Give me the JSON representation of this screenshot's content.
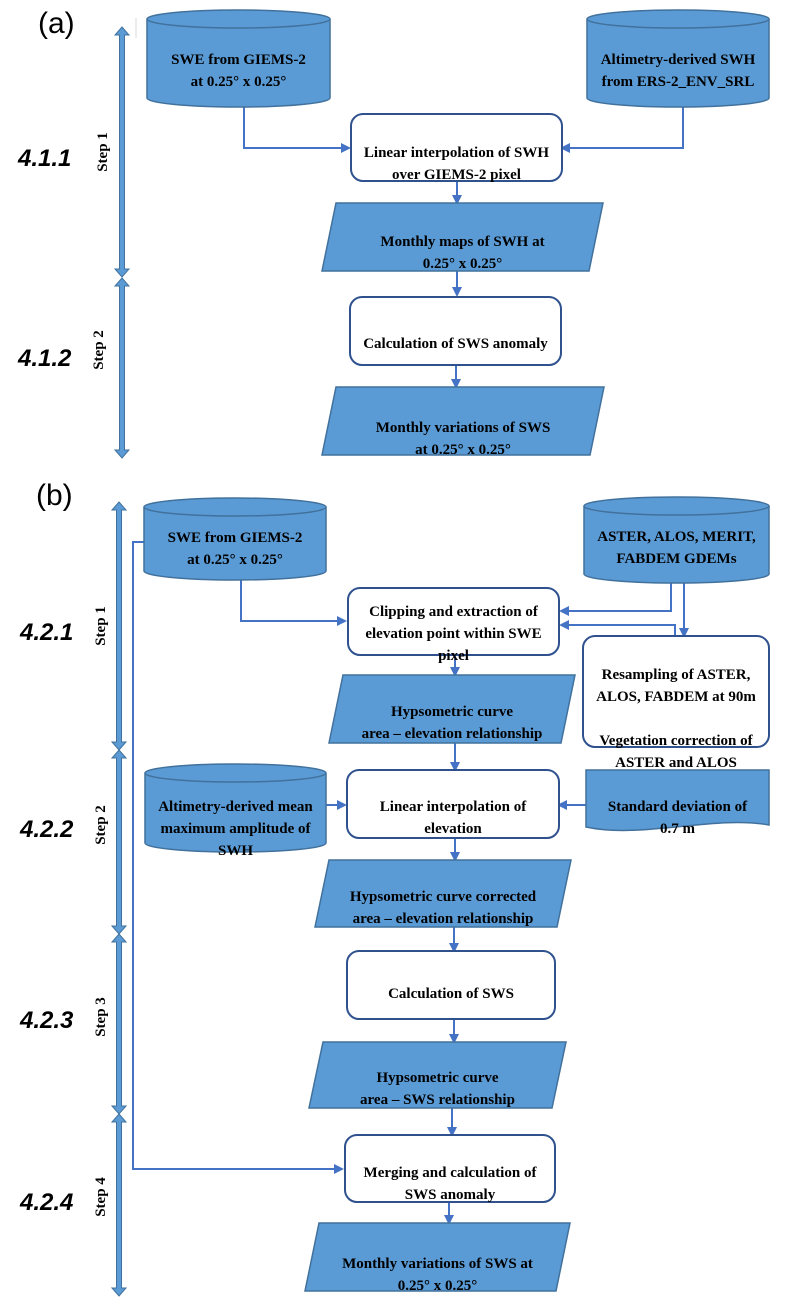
{
  "panels": [
    {
      "id": "a",
      "label": "(a)",
      "steps": [
        {
          "section": "4.1.1",
          "label": "Step 1"
        },
        {
          "section": "4.1.2",
          "label": "Step 2"
        }
      ],
      "nodes": [
        {
          "id": "a-swe",
          "type": "database",
          "lines": [
            "SWE from GIEMS-2",
            "at 0.25° x 0.25°"
          ]
        },
        {
          "id": "a-alt",
          "type": "database",
          "lines": [
            "Altimetry-derived SWH",
            "from ERS-2_ENV_SRL"
          ]
        },
        {
          "id": "a-interp",
          "type": "process",
          "lines": [
            "Linear interpolation of SWH",
            "over GIEMS-2 pixel"
          ]
        },
        {
          "id": "a-maps",
          "type": "data",
          "lines": [
            "Monthly maps of SWH at",
            "0.25° x 0.25°"
          ]
        },
        {
          "id": "a-anom",
          "type": "process",
          "lines": [
            "Calculation of SWS anomaly"
          ]
        },
        {
          "id": "a-out",
          "type": "data",
          "lines": [
            "Monthly variations of SWS",
            "at 0.25° x 0.25°"
          ]
        }
      ]
    },
    {
      "id": "b",
      "label": "(b)",
      "steps": [
        {
          "section": "4.2.1",
          "label": "Step 1"
        },
        {
          "section": "4.2.2",
          "label": "Step 2"
        },
        {
          "section": "4.2.3",
          "label": "Step 3"
        },
        {
          "section": "4.2.4",
          "label": "Step 4"
        }
      ],
      "nodes": [
        {
          "id": "b-swe",
          "type": "database",
          "lines": [
            "SWE from GIEMS-2",
            "at 0.25° x 0.25°"
          ]
        },
        {
          "id": "b-dem",
          "type": "database",
          "lines": [
            "ASTER, ALOS, MERIT,",
            "FABDEM GDEMs"
          ]
        },
        {
          "id": "b-clip",
          "type": "process",
          "lines": [
            "Clipping and extraction of",
            "elevation point within SWE",
            "pixel"
          ]
        },
        {
          "id": "b-resample",
          "type": "process",
          "lines": [
            "Resampling of ASTER,",
            "ALOS, FABDEM at 90m",
            "",
            "Vegetation correction of",
            "ASTER and ALOS"
          ]
        },
        {
          "id": "b-hyp1",
          "type": "data",
          "lines": [
            "Hypsometric curve",
            "area – elevation relationship"
          ]
        },
        {
          "id": "b-altmean",
          "type": "database",
          "lines": [
            "Altimetry-derived mean",
            "maximum amplitude of",
            "SWH"
          ]
        },
        {
          "id": "b-interp",
          "type": "process",
          "lines": [
            "Linear interpolation of",
            "elevation"
          ]
        },
        {
          "id": "b-std",
          "type": "document",
          "lines": [
            "Standard deviation of",
            "0.7 m"
          ]
        },
        {
          "id": "b-hyp2",
          "type": "data",
          "lines": [
            "Hypsometric curve corrected",
            "area – elevation relationship"
          ]
        },
        {
          "id": "b-sws",
          "type": "process",
          "lines": [
            "Calculation of SWS"
          ]
        },
        {
          "id": "b-hyp3",
          "type": "data",
          "lines": [
            "Hypsometric curve",
            "area – SWS relationship"
          ]
        },
        {
          "id": "b-merge",
          "type": "process",
          "lines": [
            "Merging and calculation of",
            "SWS anomaly"
          ]
        },
        {
          "id": "b-out",
          "type": "data",
          "lines": [
            "Monthly variations of SWS at",
            "0.25° x 0.25°"
          ]
        }
      ]
    }
  ],
  "colors": {
    "shape_fill": "#5b9bd5",
    "shape_stroke": "#41719c",
    "process_stroke": "#2f528f",
    "connector": "#4472c4"
  }
}
